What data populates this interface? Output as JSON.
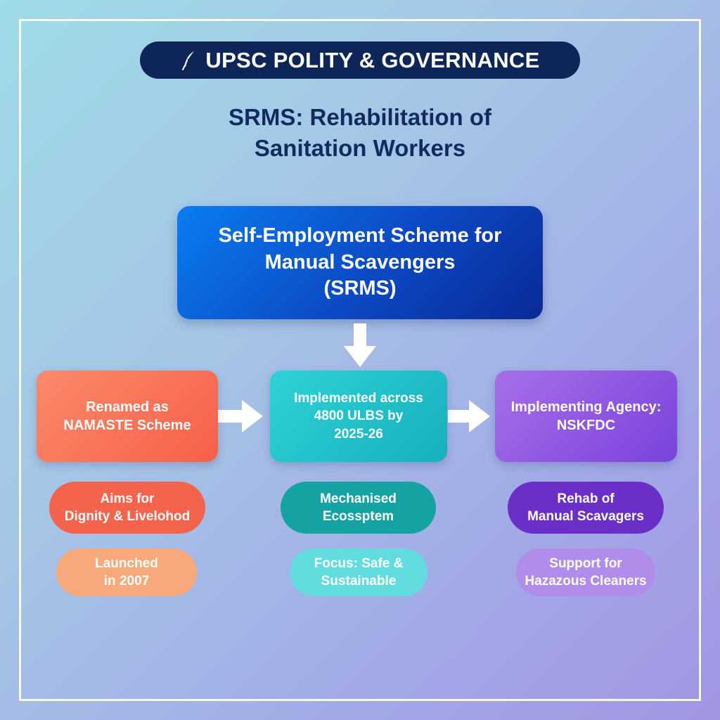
{
  "banner": {
    "text": "UPSC POLITY & GOVERNANCE",
    "icon": "quill-pen-icon"
  },
  "title": {
    "line1": "SRMS: Rehabilitation of",
    "line2": "Sanitation Workers"
  },
  "top_box": {
    "line1": "Self-Employment Scheme for",
    "line2": "Manual Scavengers",
    "line3": "(SRMS)"
  },
  "columns": [
    {
      "box": {
        "line1": "Renamed as",
        "line2": "NAMASTE Scheme"
      },
      "pill1": {
        "line1": "Aims for",
        "line2": "Dignity & Livelohod"
      },
      "pill2": {
        "line1": "Launched",
        "line2": "in 2007"
      }
    },
    {
      "box": {
        "line1": "Implemented across",
        "line2": "4800 ULBS by",
        "line3": "2025-26"
      },
      "pill1": {
        "line1": "Mechanised",
        "line2": "Ecossptem"
      },
      "pill2": {
        "line1": "Focus: Safe &",
        "line2": "Sustainable"
      }
    },
    {
      "box": {
        "line1": "Implementing Agency:",
        "line2": "NSKFDC"
      },
      "pill1": {
        "line1": "Rehab of",
        "line2": "Manual Scavagers"
      },
      "pill2": {
        "line1": "Support for",
        "line2": "Hazazous Cleaners"
      }
    }
  ],
  "colors": {
    "banner_bg": "#0d2657",
    "title_text": "#122b5e",
    "top_box": "#0c49c4",
    "orange": "#f75f48",
    "teal": "#17afbd",
    "purple": "#7a43dc",
    "arrow": "#ffffff"
  }
}
